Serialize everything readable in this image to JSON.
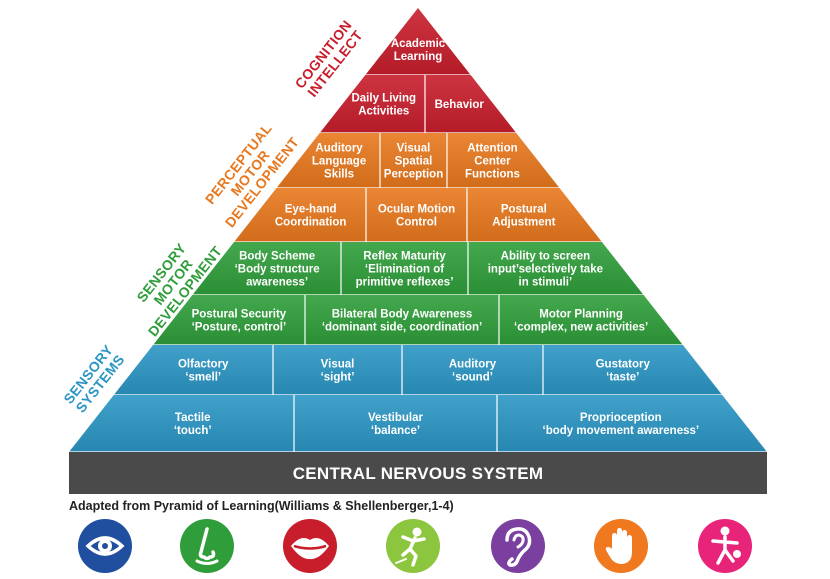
{
  "pyramid": {
    "rows": [
      {
        "color": "#c81e2c",
        "cells": [
          [
            "Academic",
            "Learning"
          ]
        ]
      },
      {
        "color": "#c81e2c",
        "cells": [
          [
            "Daily Living",
            "Activities"
          ],
          [
            "Behavior"
          ]
        ]
      },
      {
        "color": "#e8781e",
        "cells": [
          [
            "Auditory",
            "Language",
            "Skills"
          ],
          [
            "Visual",
            "Spatial",
            "Perception"
          ],
          [
            "Attention",
            "Center",
            "Functions"
          ]
        ]
      },
      {
        "color": "#e8781e",
        "cells": [
          [
            "Eye-hand",
            "Coordination"
          ],
          [
            "Ocular Motion",
            "Control"
          ],
          [
            "Postural",
            "Adjustment"
          ]
        ]
      },
      {
        "color": "#2f9e3a",
        "cells": [
          [
            "Body Scheme",
            "‘Body structure",
            "awareness’"
          ],
          [
            "Reflex Maturity",
            "‘Elimination of",
            "primitive reflexes’"
          ],
          [
            "Ability to screen",
            "input’selectively take",
            "in stimuli’"
          ]
        ]
      },
      {
        "color": "#2f9e3a",
        "cells": [
          [
            "Postural Security",
            "‘Posture, control’"
          ],
          [
            "Bilateral Body Awareness",
            "‘dominant side, coordination’"
          ],
          [
            "Motor Planning",
            "‘complex, new activities’"
          ]
        ]
      },
      {
        "color": "#2b96c4",
        "cells": [
          [
            "Olfactory",
            "‘smell’"
          ],
          [
            "Visual",
            "‘sight’"
          ],
          [
            "Auditory",
            "‘sound’"
          ],
          [
            "Gustatory",
            "‘taste’"
          ]
        ]
      },
      {
        "color": "#2b96c4",
        "cells": [
          [
            "Tactile",
            "‘touch’"
          ],
          [
            "Vestibular",
            "‘balance’"
          ],
          [
            "Proprioception",
            "‘body movement awareness’"
          ]
        ]
      }
    ],
    "base_label": "CENTRAL NERVOUS SYSTEM",
    "side_labels": [
      {
        "lines": [
          "COGNITION",
          "INTELLECT"
        ],
        "color": "#c81e2c"
      },
      {
        "lines": [
          "PERCEPTUAL",
          "MOTOR",
          "DEVELOPMENT"
        ],
        "color": "#e8781e"
      },
      {
        "lines": [
          "SENSORY",
          "MOTOR",
          "DEVELOPMENT"
        ],
        "color": "#2f9e3a"
      },
      {
        "lines": [
          "SENSORY",
          "SYSTEMS"
        ],
        "color": "#2b96c4"
      }
    ]
  },
  "footer_note": "Adapted from Pyramid of Learning(Williams & Shellenberger,1-4)",
  "icons": [
    {
      "name": "eye-icon",
      "color": "#1f4f9e"
    },
    {
      "name": "nose-icon",
      "color": "#2f9e3a"
    },
    {
      "name": "mouth-icon",
      "color": "#c81e2c"
    },
    {
      "name": "movement-figure-icon",
      "color": "#8cc63f"
    },
    {
      "name": "ear-icon",
      "color": "#7b3fa0"
    },
    {
      "name": "hand-icon",
      "color": "#f0781e"
    },
    {
      "name": "balance-figure-icon",
      "color": "#e8247a"
    }
  ]
}
